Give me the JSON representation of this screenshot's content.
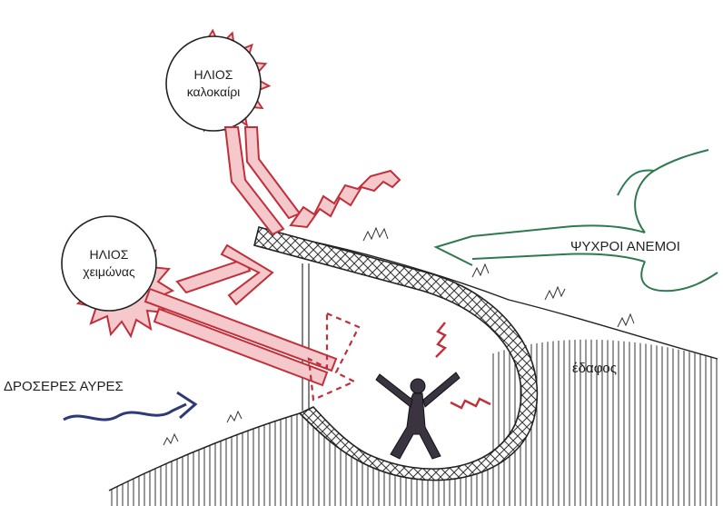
{
  "sun_summer": {
    "line1": "ΗΛΙΟΣ",
    "line2": "καλοκαίρι"
  },
  "sun_winter": {
    "line1": "ΗΛΙΟΣ",
    "line2": "χειμώνας"
  },
  "cold_winds_label": "ΨΥΧΡΟΙ ΑΝΕΜΟΙ",
  "cool_breezes_label": "ΔΡΟΣΕΡΕΣ ΑΥΡΕΣ",
  "ground_label": "έδαφος",
  "colors": {
    "sun_outline": "#c0303a",
    "sun_fill": "#f5c8cc",
    "cold_wind": "#2e7a50",
    "breeze": "#2e3a78",
    "ink": "#222222"
  }
}
